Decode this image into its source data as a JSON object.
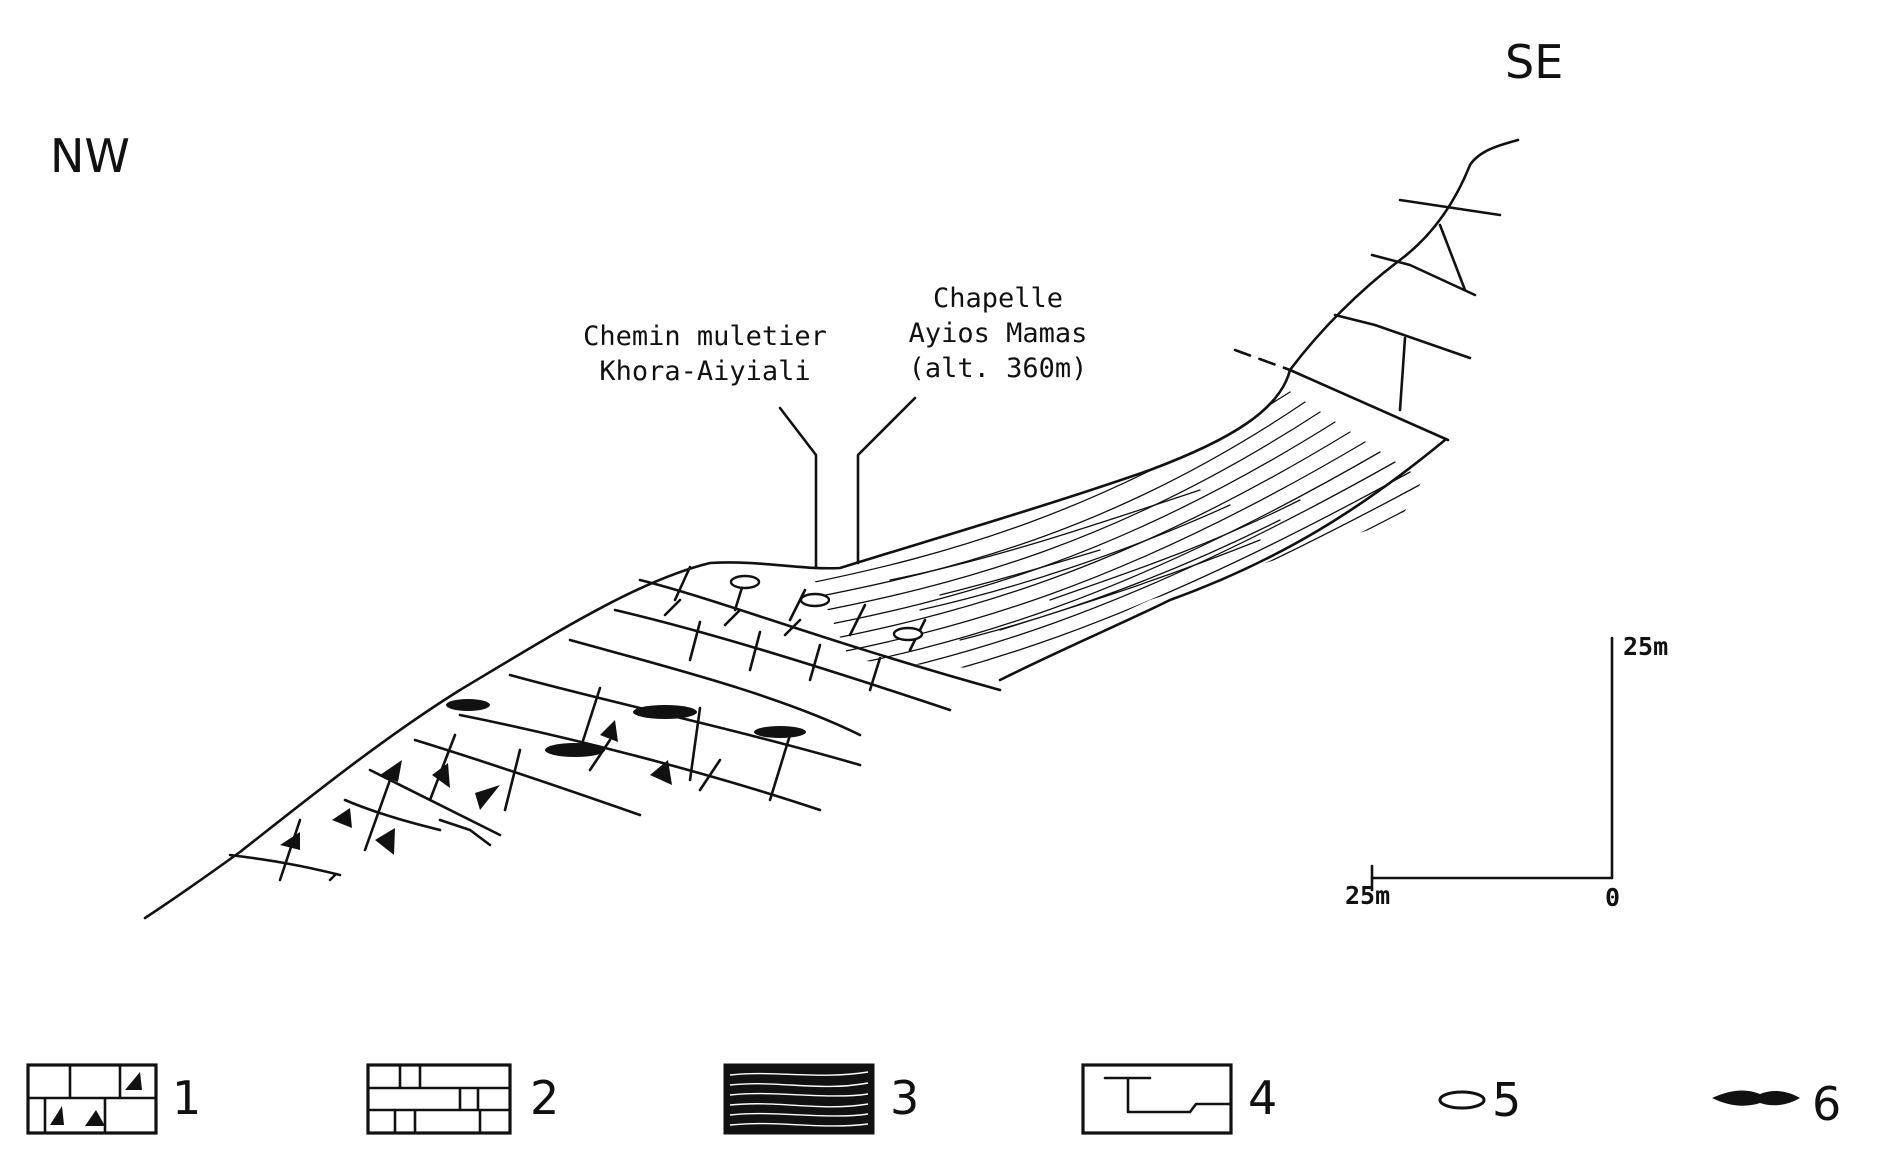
{
  "orientation": {
    "left": "NW",
    "right": "SE"
  },
  "annotations": {
    "path": [
      "Chemin muletier",
      "Khora-Aiyiali"
    ],
    "chapel": [
      "Chapelle",
      "Ayios Mamas",
      "(alt. 360m)"
    ]
  },
  "scale_bar": {
    "vertical_label": "25m",
    "horizontal_label": "25m",
    "origin_label": "0"
  },
  "legend": [
    {
      "number": "1",
      "pattern": "limestone-breccia"
    },
    {
      "number": "2",
      "pattern": "bedded-limestone"
    },
    {
      "number": "3",
      "pattern": "schist"
    },
    {
      "number": "4",
      "pattern": "massive-limestone"
    },
    {
      "number": "5",
      "pattern": "lens"
    },
    {
      "number": "6",
      "pattern": "black-lens"
    }
  ],
  "colors": {
    "ink": "#111111",
    "paper": "#ffffff"
  }
}
